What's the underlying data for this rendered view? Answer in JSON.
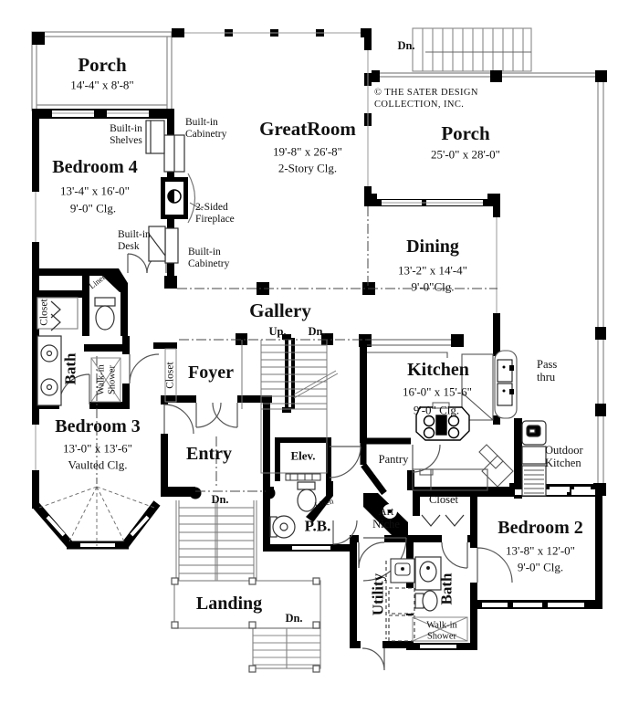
{
  "copyright": {
    "line1": "© THE SATER DESIGN",
    "line2": "COLLECTION, INC."
  },
  "rooms": {
    "porch_upper": {
      "name": "Porch",
      "dims": "14'-4\" x 8'-8\""
    },
    "porch_right": {
      "name": "Porch",
      "dims": "25'-0\" x 28'-0\""
    },
    "great_room": {
      "name": "GreatRoom",
      "dims": "19'-8\" x 26'-8\"",
      "ceiling": "2-Story Clg."
    },
    "bedroom4": {
      "name": "Bedroom 4",
      "dims": "13'-4\" x 16'-0\"",
      "ceiling": "9'-0\" Clg."
    },
    "dining": {
      "name": "Dining",
      "dims": "13'-2\" x 14'-4\"",
      "ceiling": "9'-0\"Clg."
    },
    "kitchen": {
      "name": "Kitchen",
      "dims": "16'-0\" x 15'-6\"",
      "ceiling": "9'-0\" Clg."
    },
    "bedroom3": {
      "name": "Bedroom 3",
      "dims": "13'-0\" x 13'-6\"",
      "ceiling": "Vaulted Clg."
    },
    "bedroom2": {
      "name": "Bedroom 2",
      "dims": "13'-8\" x 12'-0\"",
      "ceiling": "9'-0\" Clg."
    },
    "gallery": {
      "name": "Gallery"
    },
    "foyer": {
      "name": "Foyer"
    },
    "entry": {
      "name": "Entry"
    },
    "landing": {
      "name": "Landing"
    },
    "powder_bath": {
      "name": "P.B."
    },
    "elevator": {
      "name": "Elev."
    },
    "utility": {
      "name": "Utility"
    },
    "bath_left": {
      "name": "Bath"
    },
    "bath_right": {
      "name": "Bath"
    },
    "pantry": {
      "name": "Pantry"
    }
  },
  "features": {
    "built_in_shelves": "Built-in\nShelves",
    "built_in_cabinetry_upper": "Built-in\nCabinetry",
    "built_in_cabinetry_lower": "Built-in\nCabinetry",
    "built_in_desk": "Built-in\nDesk",
    "two_sided_fireplace": "2-Sided\nFireplace",
    "pass_thru": "Pass\nthru",
    "outdoor_kitchen": "Outdoor\nKitchen",
    "art_niche": "Art\nNiche",
    "closet_left": "Closet",
    "closet_foyer": "Closet",
    "closet_hall": "Closet",
    "linen_left": "Linen",
    "linen_pb": "Linen",
    "walk_in_shower_left": "Walk-in\nShower",
    "walk_in_shower_right": "Walk-in\nShower"
  },
  "stairs": {
    "up": "Up.",
    "down_deck": "Dn.",
    "down_interior": "Dn.",
    "down_entry": "Dn.",
    "down_landing": "Dn."
  }
}
